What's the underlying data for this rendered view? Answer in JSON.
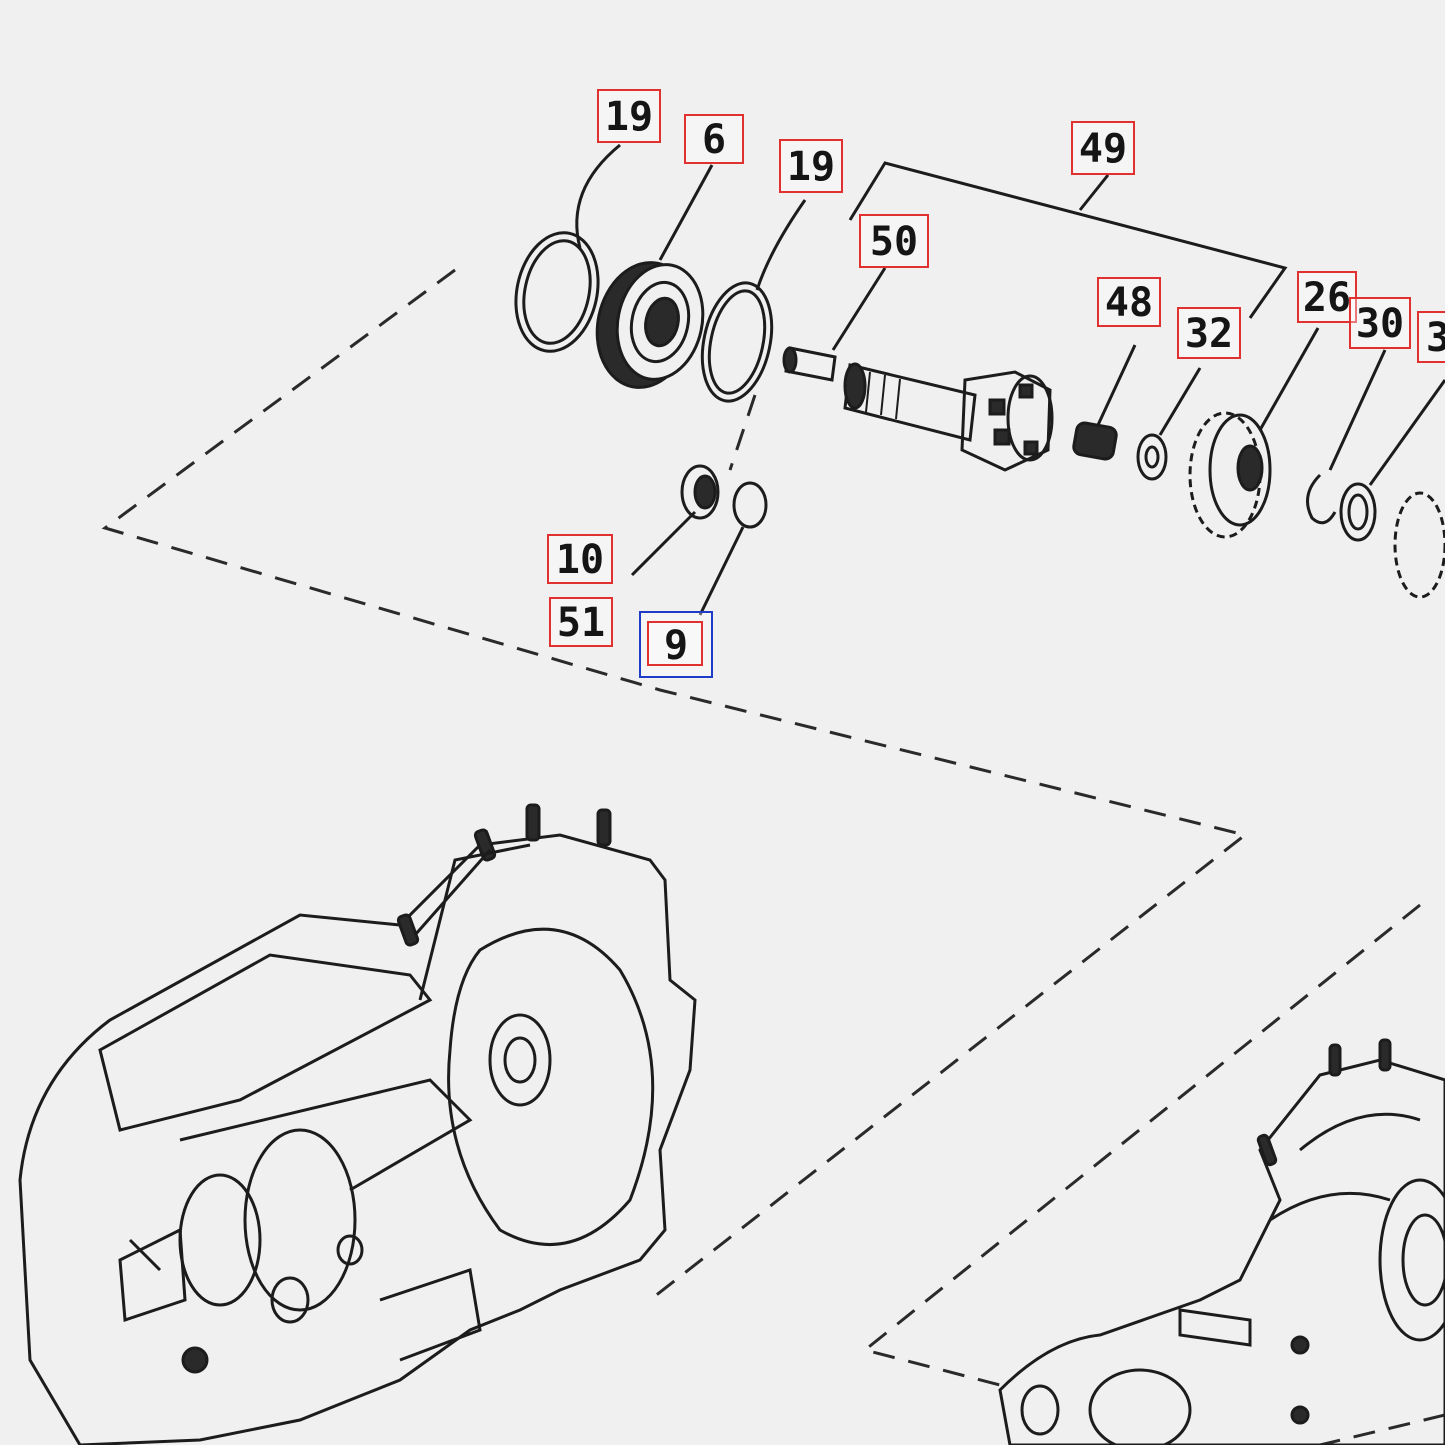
{
  "diagram": {
    "callouts": [
      {
        "id": "19a",
        "label": "19",
        "highlighted": false
      },
      {
        "id": "6",
        "label": "6",
        "highlighted": false
      },
      {
        "id": "19b",
        "label": "19",
        "highlighted": false
      },
      {
        "id": "49",
        "label": "49",
        "highlighted": false
      },
      {
        "id": "50",
        "label": "50",
        "highlighted": false
      },
      {
        "id": "48",
        "label": "48",
        "highlighted": false
      },
      {
        "id": "32",
        "label": "32",
        "highlighted": false
      },
      {
        "id": "26",
        "label": "26",
        "highlighted": false
      },
      {
        "id": "30",
        "label": "30",
        "highlighted": false
      },
      {
        "id": "3x",
        "label": "3",
        "highlighted": false
      },
      {
        "id": "10",
        "label": "10",
        "highlighted": false
      },
      {
        "id": "51",
        "label": "51",
        "highlighted": false
      },
      {
        "id": "9",
        "label": "9",
        "highlighted": true
      }
    ]
  },
  "style": {
    "background": "#f0f0f0",
    "callout_border": "#e03030",
    "selected_border": "#1e3cc8",
    "line_color": "#1c1c1c"
  }
}
